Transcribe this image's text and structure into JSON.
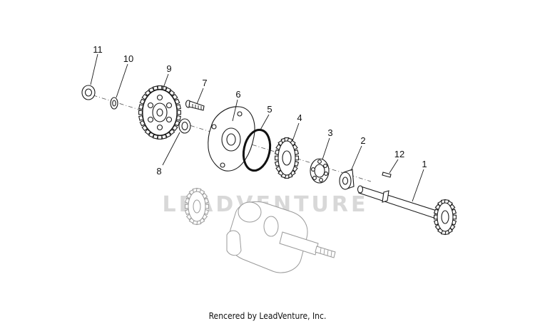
{
  "watermark": "LEADVENTURE",
  "footer": "Rencered by LeadVenture, Inc.",
  "callouts": [
    {
      "id": "11",
      "label": "11"
    },
    {
      "id": "10",
      "label": "10"
    },
    {
      "id": "9",
      "label": "9"
    },
    {
      "id": "7",
      "label": "7"
    },
    {
      "id": "6",
      "label": "6"
    },
    {
      "id": "5",
      "label": "5"
    },
    {
      "id": "4",
      "label": "4"
    },
    {
      "id": "3",
      "label": "3"
    },
    {
      "id": "2",
      "label": "2"
    },
    {
      "id": "12",
      "label": "12"
    },
    {
      "id": "1",
      "label": "1"
    },
    {
      "id": "8",
      "label": "8"
    }
  ]
}
